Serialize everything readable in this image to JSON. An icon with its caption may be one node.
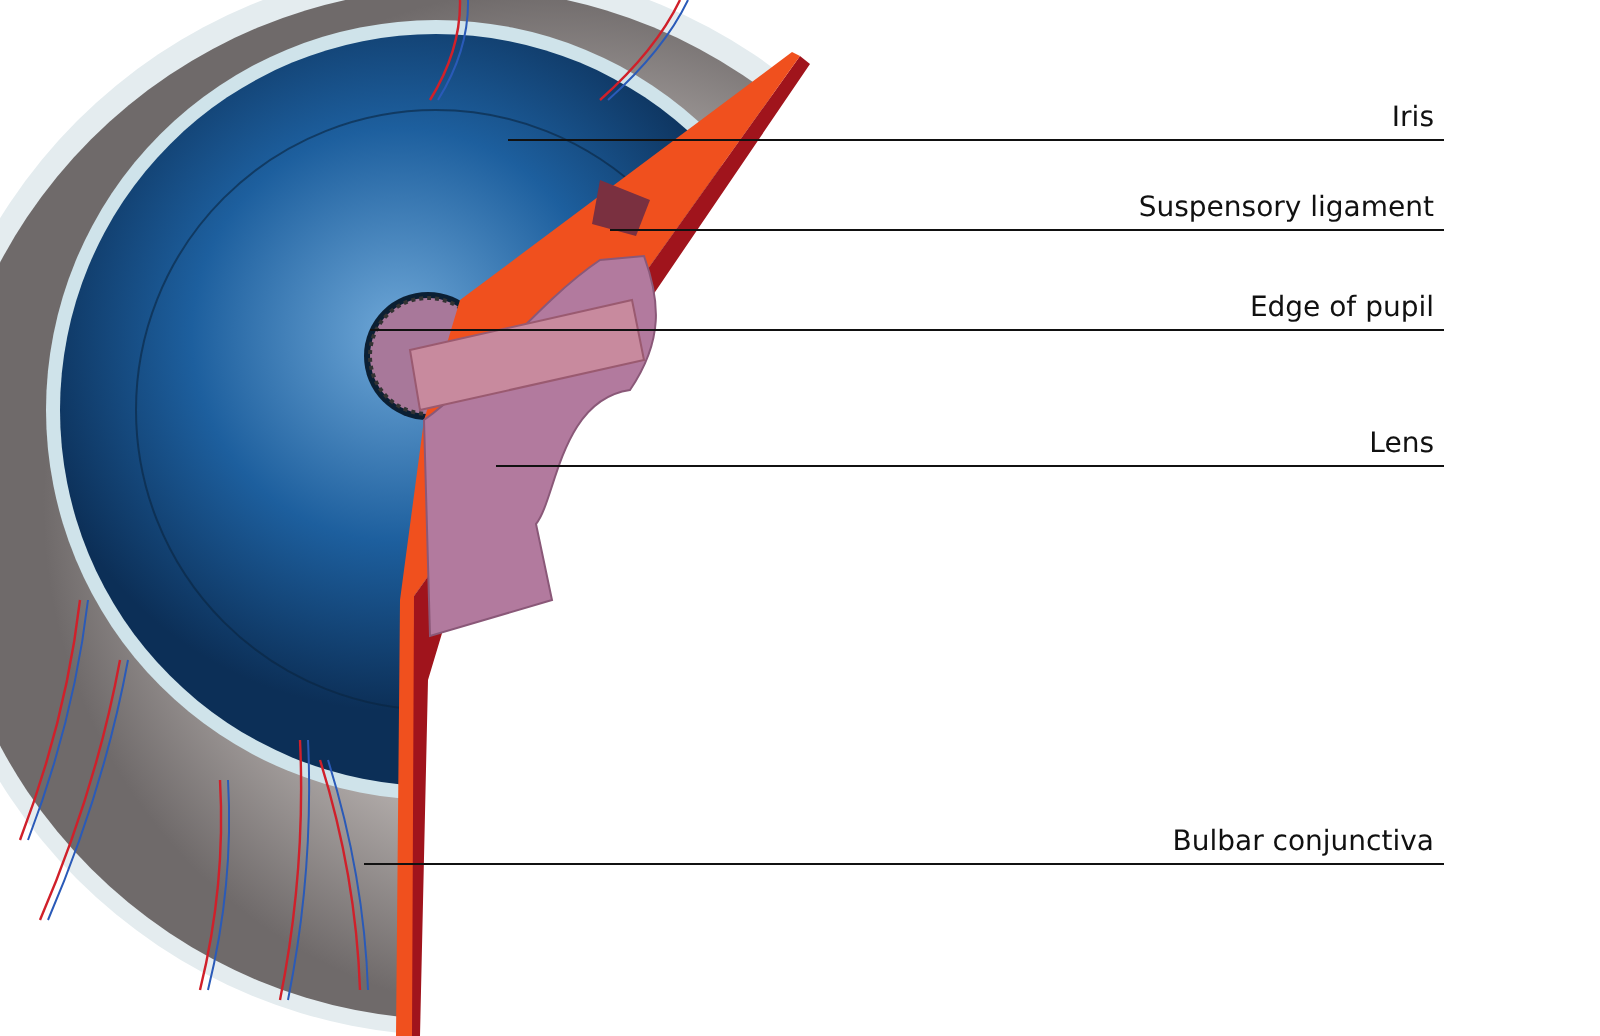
{
  "diagram": {
    "nodes": [
      {
        "text": [
          "Iris"
        ]
      },
      {
        "text": [
          "Suspensory ligament"
        ]
      },
      {
        "text": [
          "Edge of pupil"
        ]
      },
      {
        "text": [
          "Lens"
        ]
      },
      {
        "text": [
          "Bulbar conjunctiva"
        ]
      }
    ],
    "edges": [
      {
        "from": 0,
        "to": null,
        "arrow": "none"
      },
      {
        "from": 1,
        "to": null,
        "arrow": "none"
      },
      {
        "from": 2,
        "to": null,
        "arrow": "none"
      },
      {
        "from": 3,
        "to": null,
        "arrow": "none"
      },
      {
        "from": 4,
        "to": null,
        "arrow": "none"
      }
    ]
  }
}
